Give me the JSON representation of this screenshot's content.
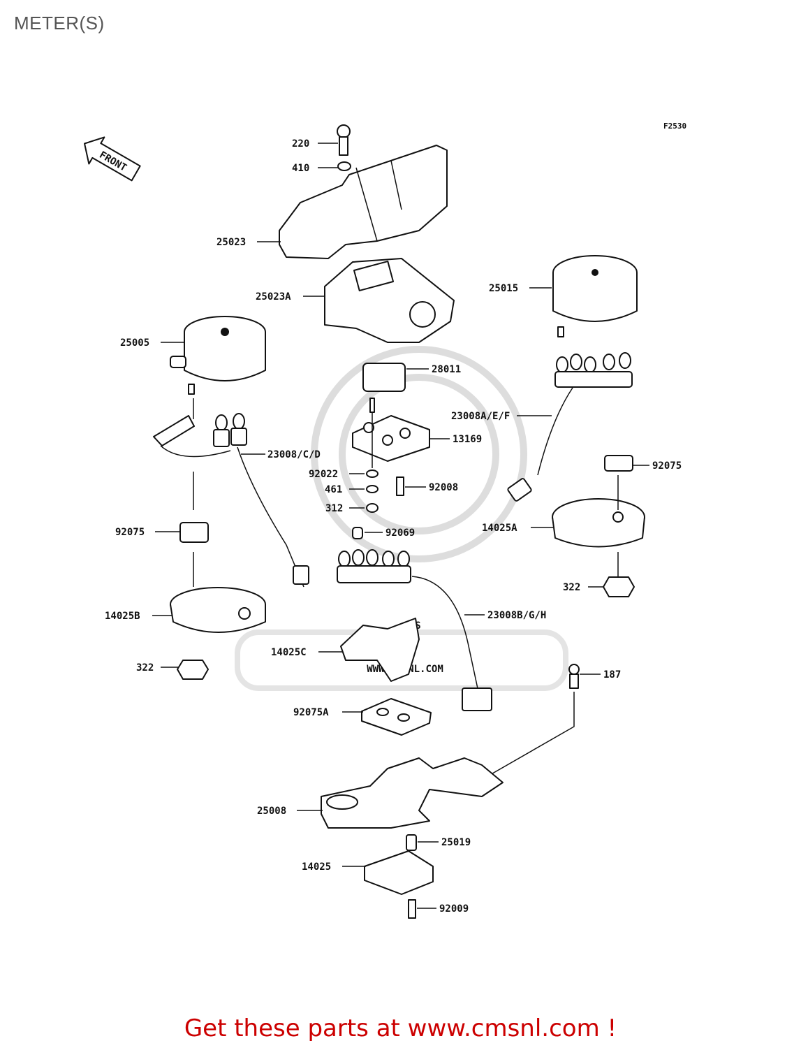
{
  "page_title": "METER(S)",
  "figure_code": "F2530",
  "front_label": "FRONT",
  "watermark": {
    "logo_text": "CMS",
    "url_text": "WWW.CMSNL.COM"
  },
  "parts": [
    "220",
    "410",
    "25023",
    "25023A",
    "25015",
    "25005",
    "28011",
    "23008A/E/F",
    "13169",
    "23008/C/D",
    "92075",
    "92022",
    "92008",
    "461",
    "312",
    "92069",
    "14025A",
    "92075",
    "322",
    "14025B",
    "23008B/G/H",
    "14025C",
    "322",
    "187",
    "92075A",
    "25008",
    "25019",
    "14025",
    "92009"
  ],
  "footer": {
    "text": "Get these parts at www.cmsnl.com !"
  }
}
